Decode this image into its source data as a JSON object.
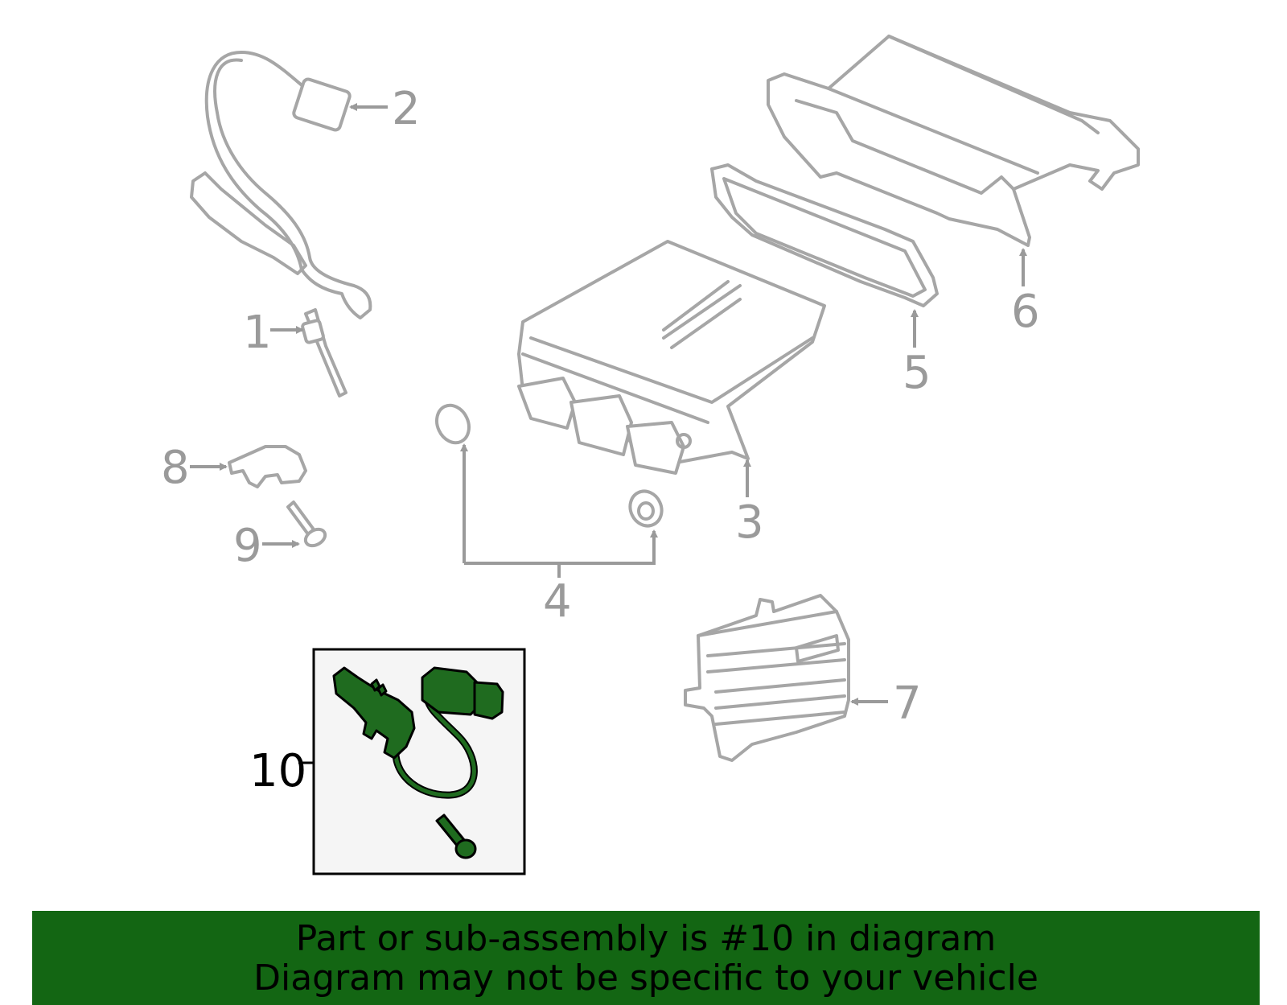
{
  "callouts": [
    "1",
    "2",
    "3",
    "4",
    "5",
    "6",
    "7",
    "8",
    "9",
    "10"
  ],
  "highlighted_part": "10",
  "banner": {
    "line1": "Part or sub-assembly is #10 in diagram",
    "line2": "Diagram may not be specific to your vehicle"
  },
  "colors": {
    "highlight": "#1f6b1f",
    "banner": "#136613",
    "part_outline": "#a6a6a6"
  }
}
